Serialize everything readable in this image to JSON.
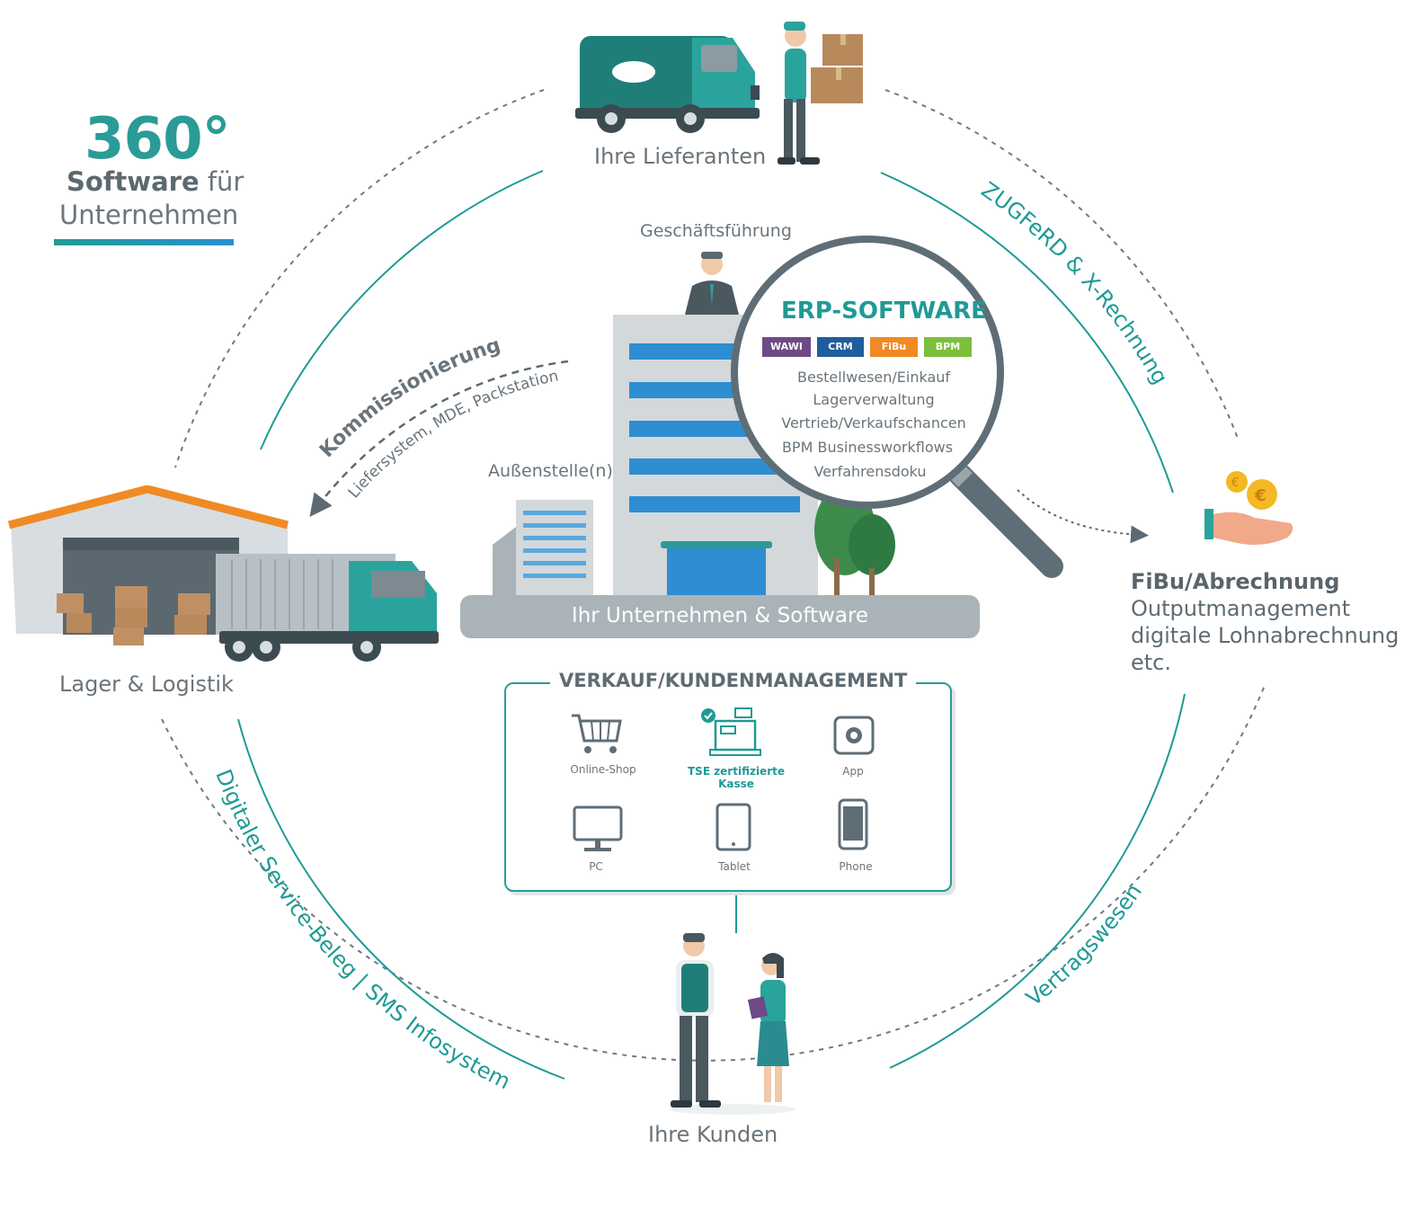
{
  "hero": {
    "big": "360°",
    "line1_bold": "Software",
    "line1_rest": " für",
    "line2": "Unternehmen"
  },
  "nodes": {
    "suppliers": "Ihre Lieferanten",
    "warehouse": "Lager & Logistik",
    "customers": "Ihre Kunden",
    "management": "Geschäftsführung",
    "branch": "Außenstelle(n)",
    "company": "Ihr Unternehmen & Software"
  },
  "fibu": {
    "title": "FiBu/Abrechnung",
    "line1": "Outputmanagement",
    "line2": "digitale Lohnabrechnung",
    "line3": "etc."
  },
  "arc_labels": {
    "top_right": "ZUGFeRD & X-Rechnung",
    "bottom_right": "Vertragswesen",
    "bottom_left": "Digitaler Service-Beleg | SMS Infosystem",
    "inner_main": "Kommissionierung",
    "inner_sub": "Liefersystem, MDE, Packstation"
  },
  "erp": {
    "title": "ERP-SOFTWARE",
    "tags": [
      {
        "label": "WAWI",
        "color": "#6e4a86"
      },
      {
        "label": "CRM",
        "color": "#1f5e9e"
      },
      {
        "label": "FiBu",
        "color": "#f08a24"
      },
      {
        "label": "BPM",
        "color": "#7cbf3a"
      }
    ],
    "items": [
      "Bestellwesen/Einkauf",
      "Lagerverwaltung",
      "Vertrieb/Verkaufschancen",
      "BPM Businessworkflows",
      "Verfahrensdoku"
    ]
  },
  "sales": {
    "title": "VERKAUF/KUNDENMANAGEMENT",
    "channels": [
      "Online-Shop",
      "TSE zertifizierte Kasse",
      "App",
      "PC",
      "Tablet",
      "Phone"
    ]
  },
  "colors": {
    "accent": "#1f9a95",
    "text": "#6a747b",
    "dashed": "#6c7a84",
    "roof": "#f08a24"
  }
}
